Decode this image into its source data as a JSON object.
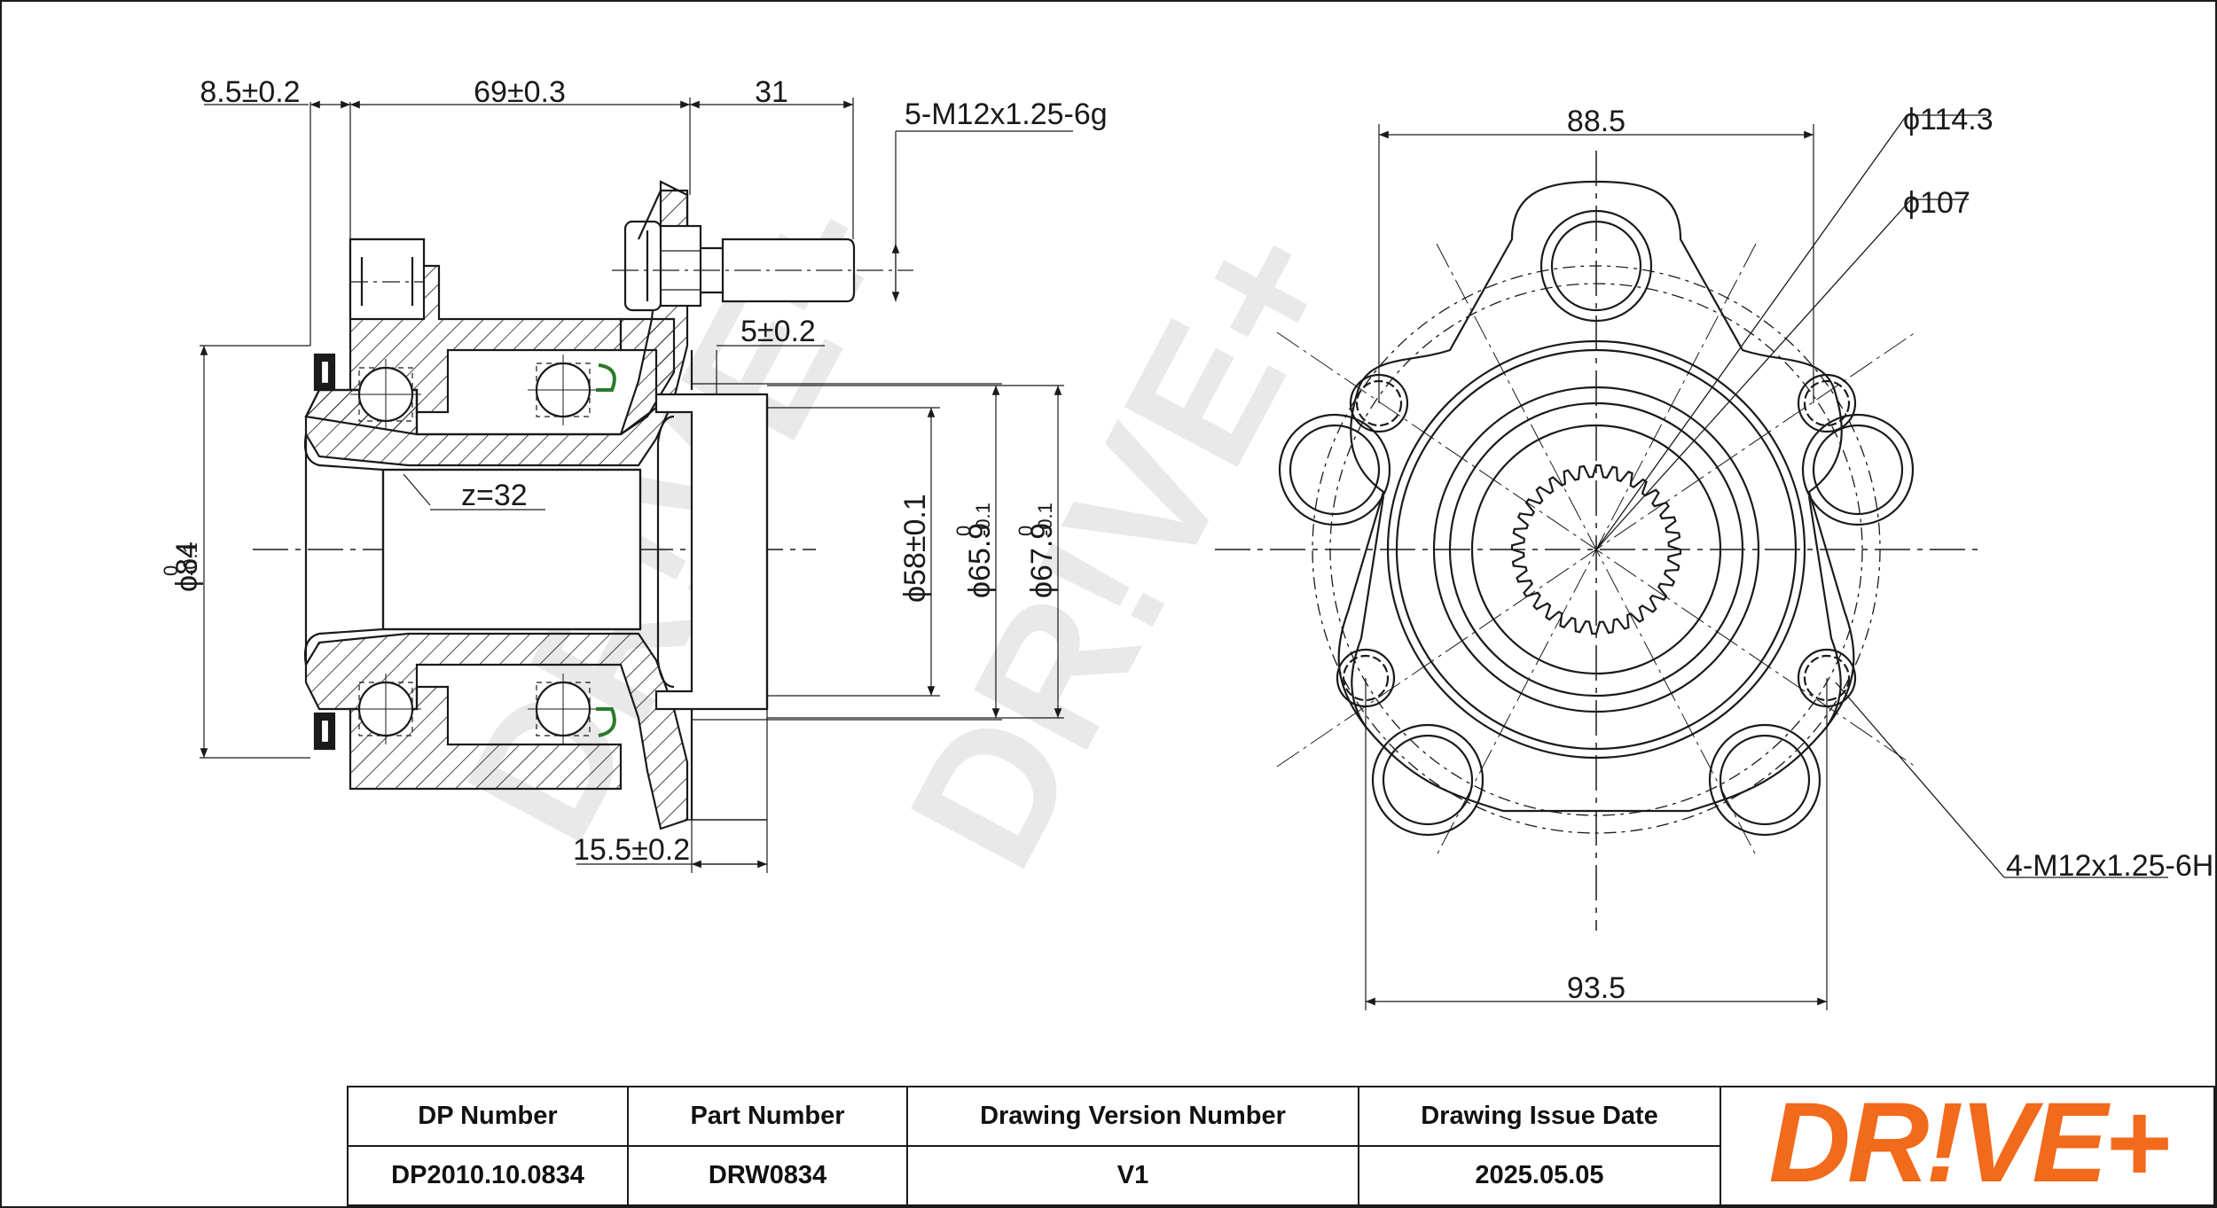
{
  "dimensions": {
    "flange_width": "8.5±0.2",
    "bearing_length": "69±0.3",
    "stud_length": "31",
    "stud_thread": "5-M12x1.25-6g",
    "offset": "5±0.2",
    "spline_teeth": "z=32",
    "outer_diameter": "ϕ84",
    "outer_diameter_tol": "0\n-0.1",
    "pilot_diameter": "ϕ58±0.1",
    "hub_diameter_1": "ϕ65.9",
    "hub_diameter_1_tol": "0\n-0.1",
    "hub_diameter_2": "ϕ67.9",
    "hub_diameter_2_tol": "0\n-0.1",
    "hub_depth": "15.5±0.2",
    "bolt_circle": "ϕ114.3",
    "inner_circle": "ϕ107",
    "bolt_spacing_top": "88.5",
    "bolt_spacing_bottom": "93.5",
    "mounting_thread": "4-M12x1.25-6H"
  },
  "watermark": "DR!VE+",
  "title_block": {
    "headers": [
      "DP Number",
      "Part Number",
      "Drawing Version Number",
      "Drawing Issue Date"
    ],
    "values": [
      "DP2010.10.0834",
      "DRW0834",
      "V1",
      "2025.05.05"
    ]
  },
  "logo": {
    "text": "DR!VE+",
    "color": "#f26a1b"
  },
  "colors": {
    "line": "#1a1a1a",
    "accent": "#f26a1b"
  }
}
